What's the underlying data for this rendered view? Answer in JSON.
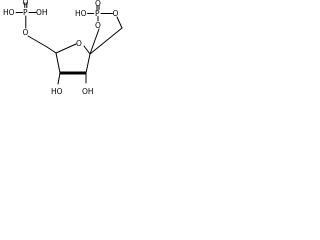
{
  "molecule": {
    "atoms": {
      "oh_p1_left": "HO",
      "p1": "P",
      "oh_p1_right": "OH",
      "o_p1_top": "O",
      "o_p1_ester": "O",
      "o_ring": "O",
      "oh_p2": "HO",
      "o_p2_double": "O",
      "p2": "P",
      "o_p2_right": "O",
      "o_p2_ring": "O",
      "oh_c3": "HO",
      "oh_c4": "OH"
    }
  }
}
